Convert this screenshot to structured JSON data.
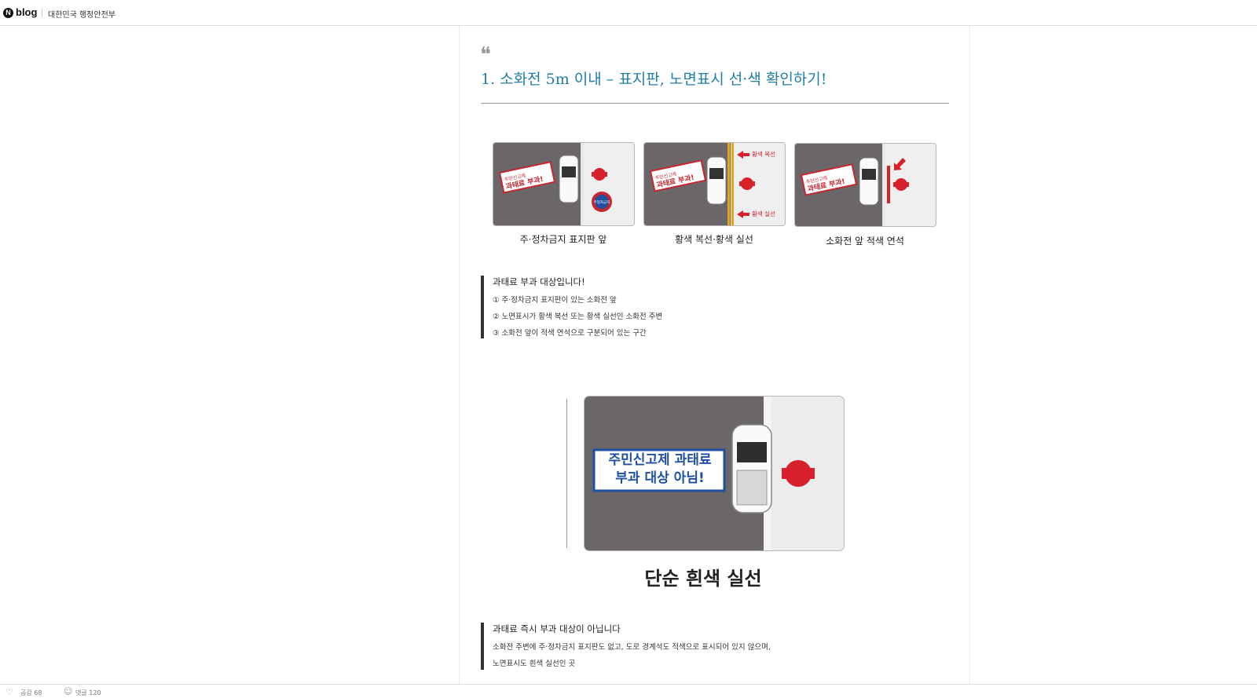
{
  "topbar": {
    "logo_letter": "N",
    "logo_text": "blog",
    "blog_name": "대한민국 행정안전부"
  },
  "post": {
    "quote_mark": "❝",
    "heading": "1. 소화전 5m 이내 – 표지판,  노면표시 선·색 확인하기!",
    "panels": [
      {
        "caption": "주·정차금지 표지판 앞",
        "sign_text": "주민신고제 과태료 부과!",
        "badge_text": "주정차금지"
      },
      {
        "caption": "황색 복선·황색 실선",
        "sign_text": "주민신고제 과태료 부과!",
        "label_top": "황색 복선",
        "label_bottom": "황색 실선"
      },
      {
        "caption": "소화전 앞 적색 연석",
        "sign_text": "주민신고제 과태료 부과!"
      }
    ],
    "note1": {
      "title": "과태료 부과 대상입니다!",
      "lines": [
        "① 주·정차금지 표지판이 있는 소화전 앞",
        "② 노면표시가 황색 복선 또는 황색 실선인 소화전 주변",
        "③ 소화전 앞이 적색 연석으로 구분되어 있는 구간"
      ]
    },
    "big_illustration": {
      "sign_line1": "주민신고제 과태료",
      "sign_line2": "부과 대상 아님!",
      "caption": "단순 흰색 실선"
    },
    "note2": {
      "title": "과태료 즉시 부과 대상이 아닙니다",
      "lines": [
        "소화전 주변에 주·정차금지 표지판도 없고, 도로 경계석도 적색으로 표시되어 있지 않으며,",
        "노면표시도 흰색 실선인 곳"
      ]
    }
  },
  "bottombar": {
    "like_label": "공감 68",
    "comment_label": "댓글 120"
  },
  "colors": {
    "heading": "#1f7fa8",
    "asphalt": "#6b6768",
    "hydrant": "#d8202a",
    "yellow_line": "#e0a51a",
    "sign_border_red": "#c8262e",
    "sign_border_blue": "#1e4fa0"
  }
}
